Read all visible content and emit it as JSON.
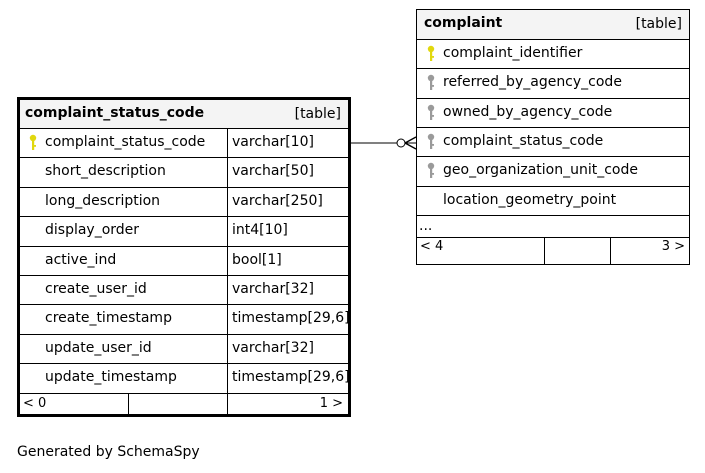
{
  "colors": {
    "primary_key": "#e1d80e",
    "foreign_key": "#9a9a9a",
    "header_bg": "#f4f4f4"
  },
  "left_table": {
    "name": "complaint_status_code",
    "tag": "[table]",
    "columns": [
      {
        "name": "complaint_status_code",
        "type": "varchar[10]",
        "key": "primary-key-icon"
      },
      {
        "name": "short_description",
        "type": "varchar[50]"
      },
      {
        "name": "long_description",
        "type": "varchar[250]"
      },
      {
        "name": "display_order",
        "type": "int4[10]"
      },
      {
        "name": "active_ind",
        "type": "bool[1]"
      },
      {
        "name": "create_user_id",
        "type": "varchar[32]"
      },
      {
        "name": "create_timestamp",
        "type": "timestamp[29,6]"
      },
      {
        "name": "update_user_id",
        "type": "varchar[32]"
      },
      {
        "name": "update_timestamp",
        "type": "timestamp[29,6]"
      }
    ],
    "footer": {
      "left": "< 0",
      "right": "1 >"
    }
  },
  "right_table": {
    "name": "complaint",
    "tag": "[table]",
    "columns": [
      {
        "name": "complaint_identifier",
        "key": "primary-key-icon"
      },
      {
        "name": "referred_by_agency_code",
        "key": "foreign-key-icon"
      },
      {
        "name": "owned_by_agency_code",
        "key": "foreign-key-icon"
      },
      {
        "name": "complaint_status_code",
        "key": "foreign-key-icon"
      },
      {
        "name": "geo_organization_unit_code",
        "key": "foreign-key-icon"
      },
      {
        "name": "location_geometry_point"
      }
    ],
    "ellipsis": "...",
    "footer": {
      "left": "< 4",
      "right": "3 >"
    }
  },
  "footer_text": "Generated by SchemaSpy"
}
